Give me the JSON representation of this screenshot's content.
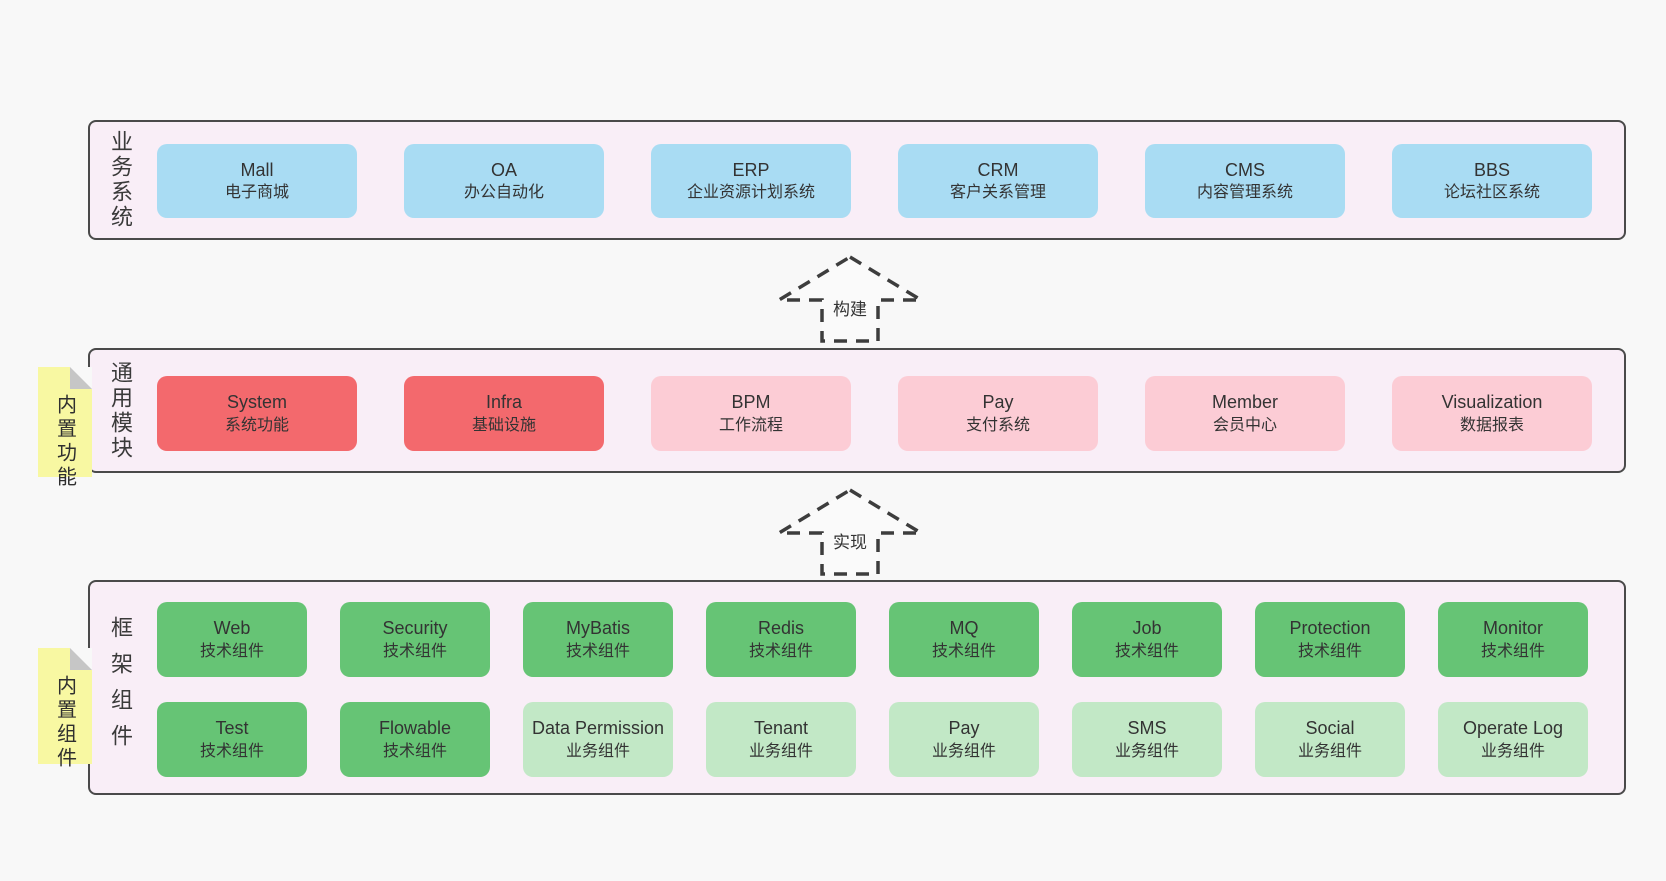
{
  "colors": {
    "page_bg": "#f8f8f8",
    "layer_bg": "#f9eef7",
    "layer_border": "#4a4a4a",
    "node_blue": "#a9dcf3",
    "node_red": "#f3696d",
    "node_pink": "#fcccd5",
    "node_green": "#66c475",
    "node_lightgreen": "#c2e8c6",
    "sticky_yellow": "#f8f8a2",
    "sticky_fold": "#c6c6c6",
    "arrow_dash": "#3d3d3d",
    "text": "#3a3a3a"
  },
  "arrows": [
    {
      "label": "构建"
    },
    {
      "label": "实现"
    }
  ],
  "layers": {
    "business": {
      "label": "业务系统",
      "boxes": [
        {
          "en": "Mall",
          "zh": "电子商城",
          "color": "blue"
        },
        {
          "en": "OA",
          "zh": "办公自动化",
          "color": "blue"
        },
        {
          "en": "ERP",
          "zh": "企业资源计划系统",
          "color": "blue"
        },
        {
          "en": "CRM",
          "zh": "客户关系管理",
          "color": "blue"
        },
        {
          "en": "CMS",
          "zh": "内容管理系统",
          "color": "blue"
        },
        {
          "en": "BBS",
          "zh": "论坛社区系统",
          "color": "blue"
        }
      ]
    },
    "modules": {
      "label": "通用模块",
      "sticky": "内置功能",
      "boxes": [
        {
          "en": "System",
          "zh": "系统功能",
          "color": "red"
        },
        {
          "en": "Infra",
          "zh": "基础设施",
          "color": "red"
        },
        {
          "en": "BPM",
          "zh": "工作流程",
          "color": "pink"
        },
        {
          "en": "Pay",
          "zh": "支付系统",
          "color": "pink"
        },
        {
          "en": "Member",
          "zh": "会员中心",
          "color": "pink"
        },
        {
          "en": "Visualization",
          "zh": "数据报表",
          "color": "pink"
        }
      ]
    },
    "components": {
      "label": "框架组件",
      "sticky": "内置组件",
      "rows": [
        [
          {
            "en": "Web",
            "zh": "技术组件",
            "color": "green"
          },
          {
            "en": "Security",
            "zh": "技术组件",
            "color": "green"
          },
          {
            "en": "MyBatis",
            "zh": "技术组件",
            "color": "green"
          },
          {
            "en": "Redis",
            "zh": "技术组件",
            "color": "green"
          },
          {
            "en": "MQ",
            "zh": "技术组件",
            "color": "green"
          },
          {
            "en": "Job",
            "zh": "技术组件",
            "color": "green"
          },
          {
            "en": "Protection",
            "zh": "技术组件",
            "color": "green"
          },
          {
            "en": "Monitor",
            "zh": "技术组件",
            "color": "green"
          }
        ],
        [
          {
            "en": "Test",
            "zh": "技术组件",
            "color": "green"
          },
          {
            "en": "Flowable",
            "zh": "技术组件",
            "color": "green"
          },
          {
            "en": "Data Permission",
            "zh": "业务组件",
            "color": "lightgreen"
          },
          {
            "en": "Tenant",
            "zh": "业务组件",
            "color": "lightgreen"
          },
          {
            "en": "Pay",
            "zh": "业务组件",
            "color": "lightgreen"
          },
          {
            "en": "SMS",
            "zh": "业务组件",
            "color": "lightgreen"
          },
          {
            "en": "Social",
            "zh": "业务组件",
            "color": "lightgreen"
          },
          {
            "en": "Operate Log",
            "zh": "业务组件",
            "color": "lightgreen"
          }
        ]
      ]
    }
  }
}
